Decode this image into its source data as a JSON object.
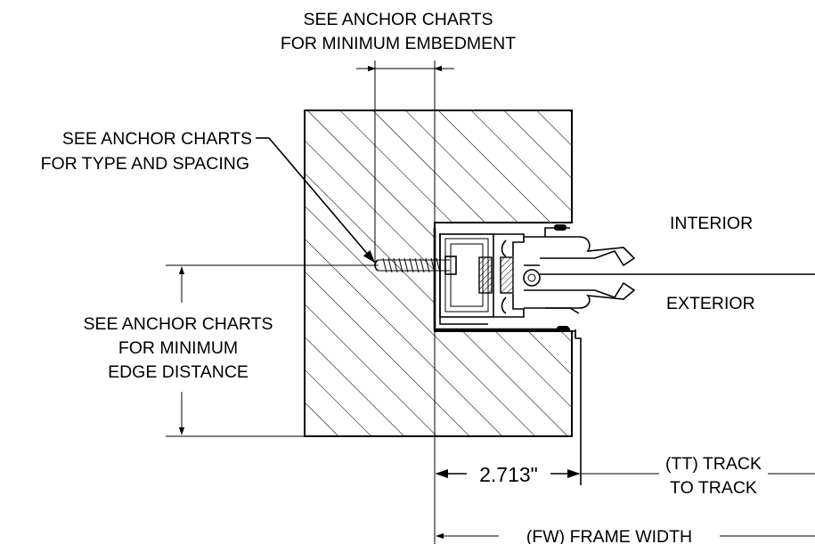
{
  "labels": {
    "embedment": [
      "SEE ANCHOR CHARTS",
      "FOR MINIMUM EMBEDMENT"
    ],
    "type_spacing": [
      "SEE ANCHOR CHARTS",
      "FOR TYPE AND SPACING"
    ],
    "edge_distance": [
      "SEE ANCHOR CHARTS",
      "FOR MINIMUM",
      "EDGE DISTANCE"
    ],
    "interior": "INTERIOR",
    "exterior": "EXTERIOR",
    "track_to_track": [
      "(TT) TRACK",
      "TO TRACK"
    ],
    "frame_width": "(FW) FRAME WIDTH"
  },
  "dimensions": {
    "frame_offset": "2.713\""
  }
}
